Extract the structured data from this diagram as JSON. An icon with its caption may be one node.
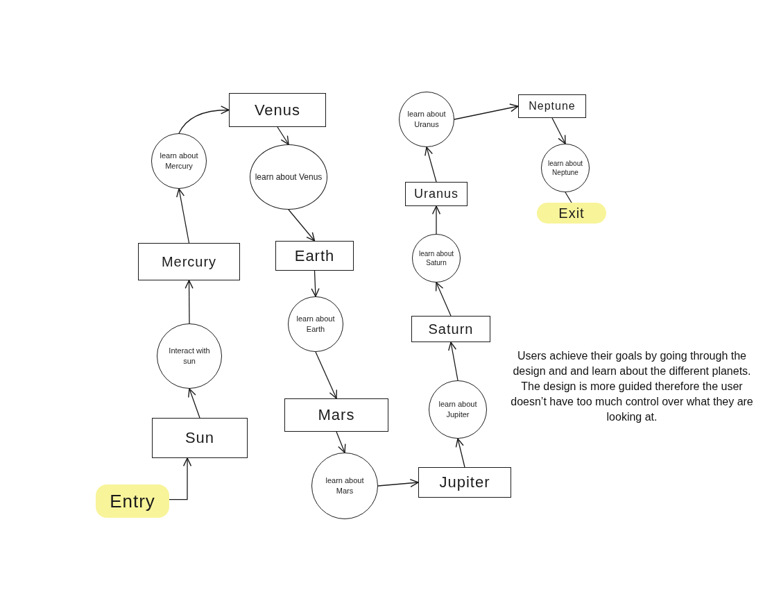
{
  "diagram": {
    "nodes": [
      {
        "text": [
          "Entry"
        ]
      },
      {
        "text": [
          "Sun"
        ]
      },
      {
        "text": [
          "Interact with sun"
        ]
      },
      {
        "text": [
          "Mercury"
        ]
      },
      {
        "text": [
          "learn about Mercury"
        ]
      },
      {
        "text": [
          "Venus"
        ]
      },
      {
        "text": [
          "learn about Venus"
        ]
      },
      {
        "text": [
          "Earth"
        ]
      },
      {
        "text": [
          "learn about Earth"
        ]
      },
      {
        "text": [
          "Mars"
        ]
      },
      {
        "text": [
          "learn about Mars"
        ]
      },
      {
        "text": [
          "Jupiter"
        ]
      },
      {
        "text": [
          "learn about Jupiter"
        ]
      },
      {
        "text": [
          "Saturn"
        ]
      },
      {
        "text": [
          "learn about Saturn"
        ]
      },
      {
        "text": [
          "Uranus"
        ]
      },
      {
        "text": [
          "learn about Uranus"
        ]
      },
      {
        "text": [
          "Neptune"
        ]
      },
      {
        "text": [
          "learn about Neptune"
        ]
      },
      {
        "text": [
          "Exit"
        ]
      }
    ],
    "edges": [
      {
        "from": 0,
        "to": 1,
        "arrow": "to"
      },
      {
        "from": 1,
        "to": 2,
        "arrow": "to"
      },
      {
        "from": 2,
        "to": 3,
        "arrow": "to"
      },
      {
        "from": 3,
        "to": 4,
        "arrow": "to"
      },
      {
        "from": 4,
        "to": 5,
        "arrow": "to"
      },
      {
        "from": 5,
        "to": 6,
        "arrow": "to"
      },
      {
        "from": 6,
        "to": 7,
        "arrow": "to"
      },
      {
        "from": 7,
        "to": 8,
        "arrow": "to"
      },
      {
        "from": 8,
        "to": 9,
        "arrow": "to"
      },
      {
        "from": 9,
        "to": 10,
        "arrow": "to"
      },
      {
        "from": 10,
        "to": 11,
        "arrow": "to"
      },
      {
        "from": 11,
        "to": 12,
        "arrow": "to"
      },
      {
        "from": 12,
        "to": 13,
        "arrow": "to"
      },
      {
        "from": 13,
        "to": 14,
        "arrow": "to"
      },
      {
        "from": 14,
        "to": 15,
        "arrow": "to"
      },
      {
        "from": 15,
        "to": 16,
        "arrow": "to"
      },
      {
        "from": 16,
        "to": 17,
        "arrow": "to"
      },
      {
        "from": 17,
        "to": 18,
        "arrow": "to"
      },
      {
        "from": 18,
        "to": 19,
        "arrow": "none"
      }
    ],
    "labels": [
      "Users achieve their goals by going through the design and and learn about the different planets. The design is more guided therefore the user doesn’t have too much control over what they are looking at."
    ]
  }
}
